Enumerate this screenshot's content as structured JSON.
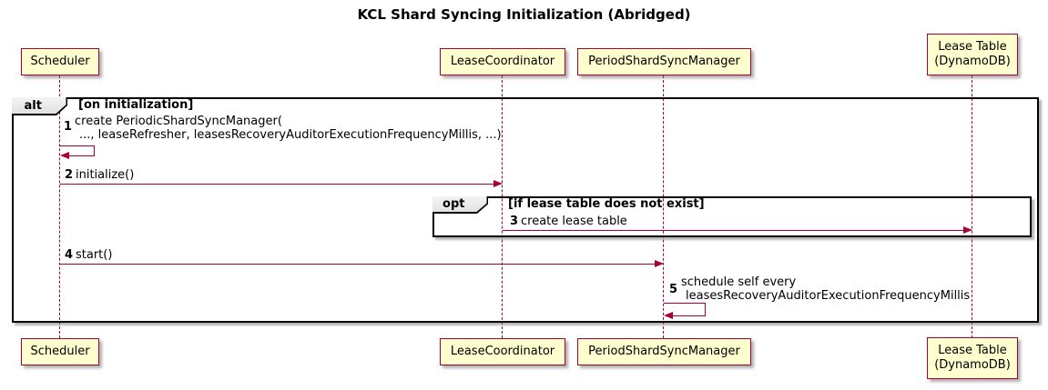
{
  "title": "KCL Shard Syncing Initialization (Abridged)",
  "participants": {
    "scheduler": {
      "label": "Scheduler"
    },
    "lease_coordinator": {
      "label": "LeaseCoordinator"
    },
    "period_shard_sync_manager": {
      "label": "PeriodShardSyncManager"
    },
    "lease_table": {
      "line1": "Lease Table",
      "line2": "(DynamoDB)"
    }
  },
  "frames": {
    "alt": {
      "operator": "alt",
      "guard": "[on initialization]"
    },
    "opt": {
      "operator": "opt",
      "guard": "[if lease table does not exist]"
    }
  },
  "messages": {
    "m1": {
      "num": "1",
      "line1": "create PeriodicShardSyncManager(",
      "line2": "..., leaseRefresher, leasesRecoveryAuditorExecutionFrequencyMillis, ...)"
    },
    "m2": {
      "num": "2",
      "text": "initialize()"
    },
    "m3": {
      "num": "3",
      "text": "create lease table"
    },
    "m4": {
      "num": "4",
      "text": "start()"
    },
    "m5": {
      "num": "5",
      "line1": "schedule self every",
      "line2": "leasesRecoveryAuditorExecutionFrequencyMillis"
    }
  },
  "colors": {
    "participant_fill": "#FEFECE",
    "participant_border": "#A80036",
    "lifeline": "#A80036",
    "arrow": "#A80036",
    "frame_border": "#000000",
    "operator_tab_fill": "#EEEEEE"
  }
}
